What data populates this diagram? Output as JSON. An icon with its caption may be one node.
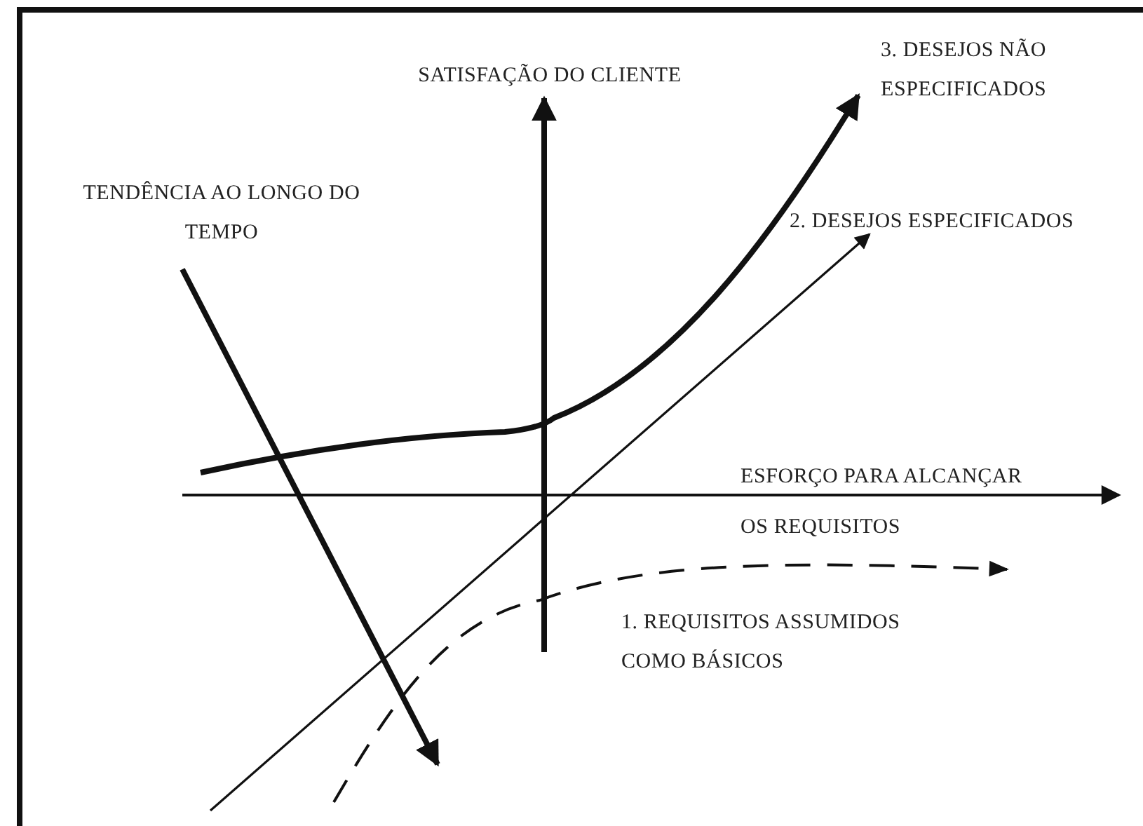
{
  "diagram": {
    "labels": [
      "3. DESEJOS NÃO ESPECIFICADOS",
      "SATISFAÇÃO DO CLIENTE",
      "TENDÊNCIA AO LONGO DO TEMPO",
      "2. DESEJOS ESPECIFICADOS",
      "ESFORÇO PARA ALCANÇAR OS REQUISITOS",
      "1. REQUISITOS ASSUMIDOS COMO BÁSICOS"
    ]
  }
}
